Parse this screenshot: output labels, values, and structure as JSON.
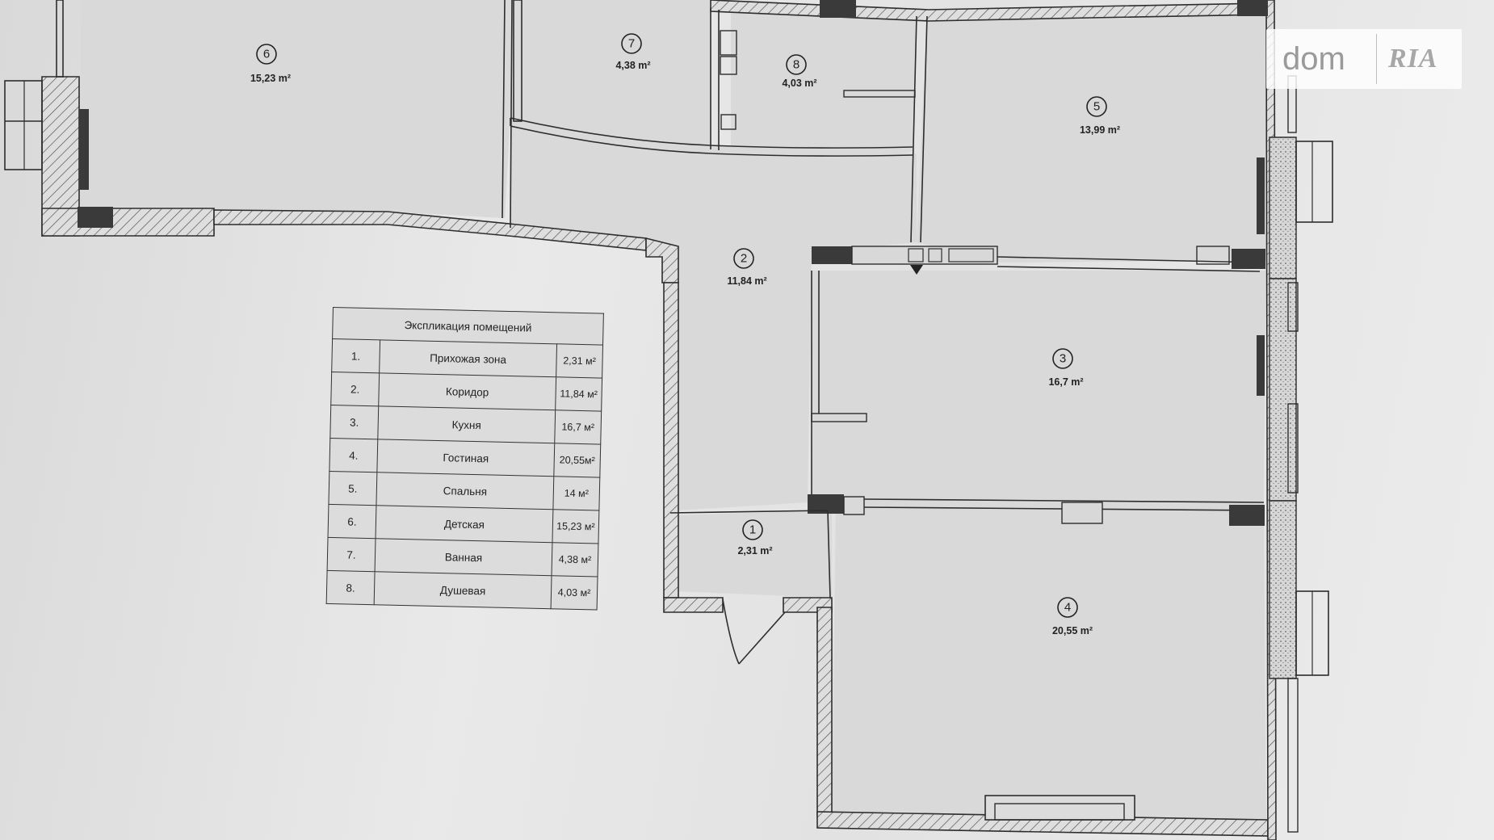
{
  "watermark": {
    "brand_left": "dom",
    "brand_right": "RIA"
  },
  "explication": {
    "title": "Экспликация помещений",
    "rows": [
      {
        "num": "1.",
        "name": "Прихожая зона",
        "area": "2,31 м²"
      },
      {
        "num": "2.",
        "name": "Коридор",
        "area": "11,84 м²"
      },
      {
        "num": "3.",
        "name": "Кухня",
        "area": "16,7 м²"
      },
      {
        "num": "4.",
        "name": "Гостиная",
        "area": "20,55м²"
      },
      {
        "num": "5.",
        "name": "Спальня",
        "area": "14 м²"
      },
      {
        "num": "6.",
        "name": "Детская",
        "area": "15,23 м²"
      },
      {
        "num": "7.",
        "name": "Ванная",
        "area": "4,38 м²"
      },
      {
        "num": "8.",
        "name": "Душевая",
        "area": "4,03 м²"
      }
    ]
  },
  "rooms": [
    {
      "num": "1",
      "area": "2,31 m²"
    },
    {
      "num": "2",
      "area": "11,84 m²"
    },
    {
      "num": "3",
      "area": "16,7 m²"
    },
    {
      "num": "4",
      "area": "20,55 m²"
    },
    {
      "num": "5",
      "area": "13,99 m²"
    },
    {
      "num": "6",
      "area": "15,23 m²"
    },
    {
      "num": "7",
      "area": "4,38 m²"
    },
    {
      "num": "8",
      "area": "4,03 m²"
    }
  ]
}
